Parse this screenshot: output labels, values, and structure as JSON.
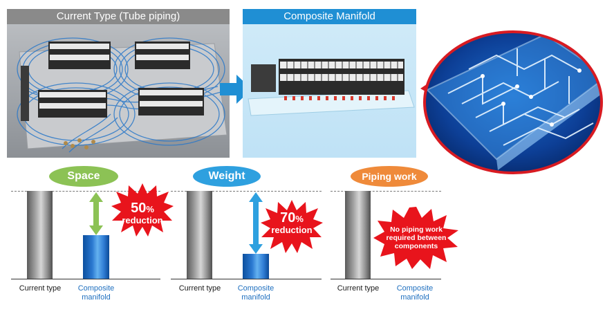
{
  "panels": {
    "current": {
      "title": "Current Type (Tube piping)"
    },
    "composite": {
      "title": "Composite Manifold"
    }
  },
  "comparisons": [
    {
      "label": "Space",
      "label_color": "#8cc255",
      "arrow_color": "#8cc255",
      "current_level": 1.0,
      "composite_level": 0.5,
      "callout_number": "50",
      "callout_suffix": "%",
      "callout_text": "reduction",
      "x_labels": {
        "current": "Current type",
        "composite": "Composite manifold"
      }
    },
    {
      "label": "Weight",
      "label_color": "#2ea0df",
      "arrow_color": "#2ea0df",
      "current_level": 1.0,
      "composite_level": 0.3,
      "callout_number": "70",
      "callout_suffix": "%",
      "callout_text": "reduction",
      "x_labels": {
        "current": "Current type",
        "composite": "Composite manifold"
      }
    },
    {
      "label": "Piping work",
      "label_color": "#ef8a3a",
      "current_level": 1.0,
      "composite_level": 0.0,
      "callout_text": "No piping work required between components",
      "x_labels": {
        "current": "Current type",
        "composite": "Composite manifold"
      }
    }
  ],
  "colors": {
    "burst_red": "#e8141c",
    "composite_blue": "#1f8fd4",
    "current_gray": "#8a8a8a",
    "composite_label_text": "#1e6fbf"
  },
  "icons": {
    "transition": "right-arrow-icon",
    "magnify": "magnified-closeup"
  }
}
